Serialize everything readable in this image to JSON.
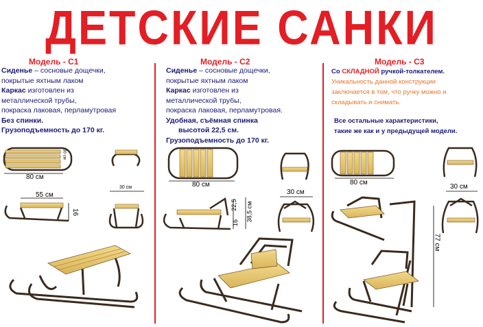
{
  "title": "ДЕТСКИЕ САНКИ",
  "colors": {
    "title": "#e31e24",
    "text": "#1a1a78",
    "accent_orange": "#e8762a",
    "wood": "#e2c36e",
    "frame": "#3a2a1e"
  },
  "c1": {
    "model": "Модель - С1",
    "seat_label": "Сиденье",
    "seat_text": " – сосновые дощечки,",
    "seat_text2": "покрытые яхтным лаком",
    "frame_label": "Каркас",
    "frame_text": " изготовлен из",
    "frame_text2": "металлической трубы,",
    "frame_text3": "покраска лаковая, перламутровая",
    "back": "Без спинки.",
    "capacity": "Грузоподъемность до 170 кг.",
    "dim_width": "80 см",
    "dim_height": "55 см",
    "dim_seat_w": "30 см",
    "dim_16": "16",
    "dim_small": "30 см"
  },
  "c2": {
    "model": "Модель - С2",
    "seat_label": "Сиденье",
    "seat_text": " – сосновые дощечки,",
    "seat_text2": "покрытые яхтным лаком",
    "frame_label": "Каркас",
    "frame_text": " изготовлен из",
    "frame_text2": "металлической трубы,",
    "frame_text3": "покраска лаковая, перламутровая.",
    "back1": "Удобная, съёмная  спинка",
    "back2": "высотой 22,5 см.",
    "capacity": "Грузоподъемность до 170 кг.",
    "dim_width": "80 см",
    "dim_seat": "30 см",
    "dim_h1": "22,5",
    "dim_h2": "38,5 см",
    "dim_16": "16"
  },
  "c3": {
    "model": "Модель - С3",
    "line1_a": "Со ",
    "line1_b": "СКЛАДНОЙ",
    "line1_c": " ручкой-толкателем.",
    "orange1": "Уникальность данной конструкции",
    "orange2": "заключается в том, что ручку можно и",
    "orange3": "складывать и снимать.",
    "rest1": "Все остальные характеристики,",
    "rest2": "такие же как и у предыдущей модели.",
    "dim_width": "80 см",
    "dim_seat": "30 см",
    "dim_h": "77 см"
  }
}
